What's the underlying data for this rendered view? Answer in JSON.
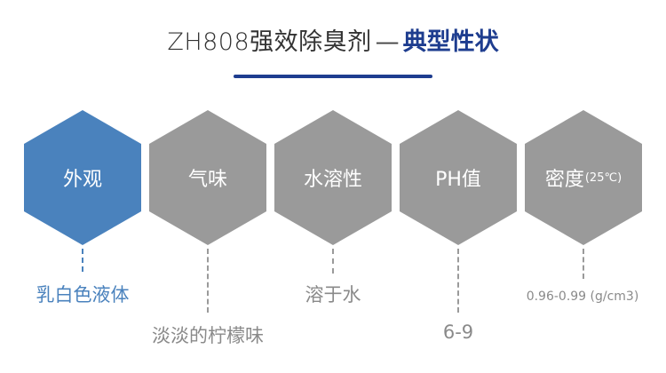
{
  "title": {
    "main": "ZH808强效除臭剂",
    "dash": "—",
    "highlight": "典型性状"
  },
  "colors": {
    "accent_blue": "#4a82bd",
    "title_blue": "#1e3d8f",
    "hex_gray": "#9a9a9a"
  },
  "properties": [
    {
      "label": "外观",
      "value": "乳白色液体"
    },
    {
      "label": "气味",
      "value": "淡淡的柠檬味"
    },
    {
      "label": "水溶性",
      "value": "溶于水"
    },
    {
      "label": "PH值",
      "value": "6-9"
    },
    {
      "label": "密度",
      "unit": "(25℃)",
      "value": "0.96-0.99 (g/cm3)"
    }
  ]
}
